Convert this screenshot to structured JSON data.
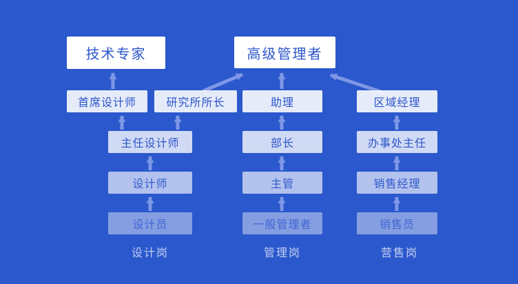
{
  "colors": {
    "background": "#2B58CC",
    "arrow": "#7E97E6",
    "top_node_bg": "#FFFFFF",
    "node_text": "#2D55C9",
    "faded_node_text": "#4366D4",
    "footer_text": "#C3CEF2"
  },
  "nodes": {
    "tech_expert": "技术专家",
    "senior_manager": "高级管理者",
    "chief_designer": "首席设计师",
    "institute_director": "研究所所长",
    "assistant": "助理",
    "regional_manager": "区域经理",
    "chief_of_design": "主任设计师",
    "minister": "部长",
    "office_director": "办事处主任",
    "designer": "设计师",
    "supervisor": "主管",
    "sales_manager": "销售经理",
    "draftsman": "设计员",
    "general_manager": "一般管理者",
    "salesperson": "销售员"
  },
  "footers": {
    "design": "设计岗",
    "management": "管理岗",
    "sales": "营售岗"
  },
  "edges": [
    "设计员 → 设计师",
    "设计师 → 主任设计师",
    "主任设计师 → 首席设计师",
    "主任设计师 → 研究所所长",
    "首席设计师 → 技术专家",
    "研究所所长 → 高级管理者",
    "一般管理者 → 主管",
    "主管 → 部长",
    "部长 → 助理",
    "助理 → 高级管理者",
    "销售员 → 销售经理",
    "销售经理 → 办事处主任",
    "办事处主任 → 区域经理",
    "区域经理 → 高级管理者"
  ]
}
